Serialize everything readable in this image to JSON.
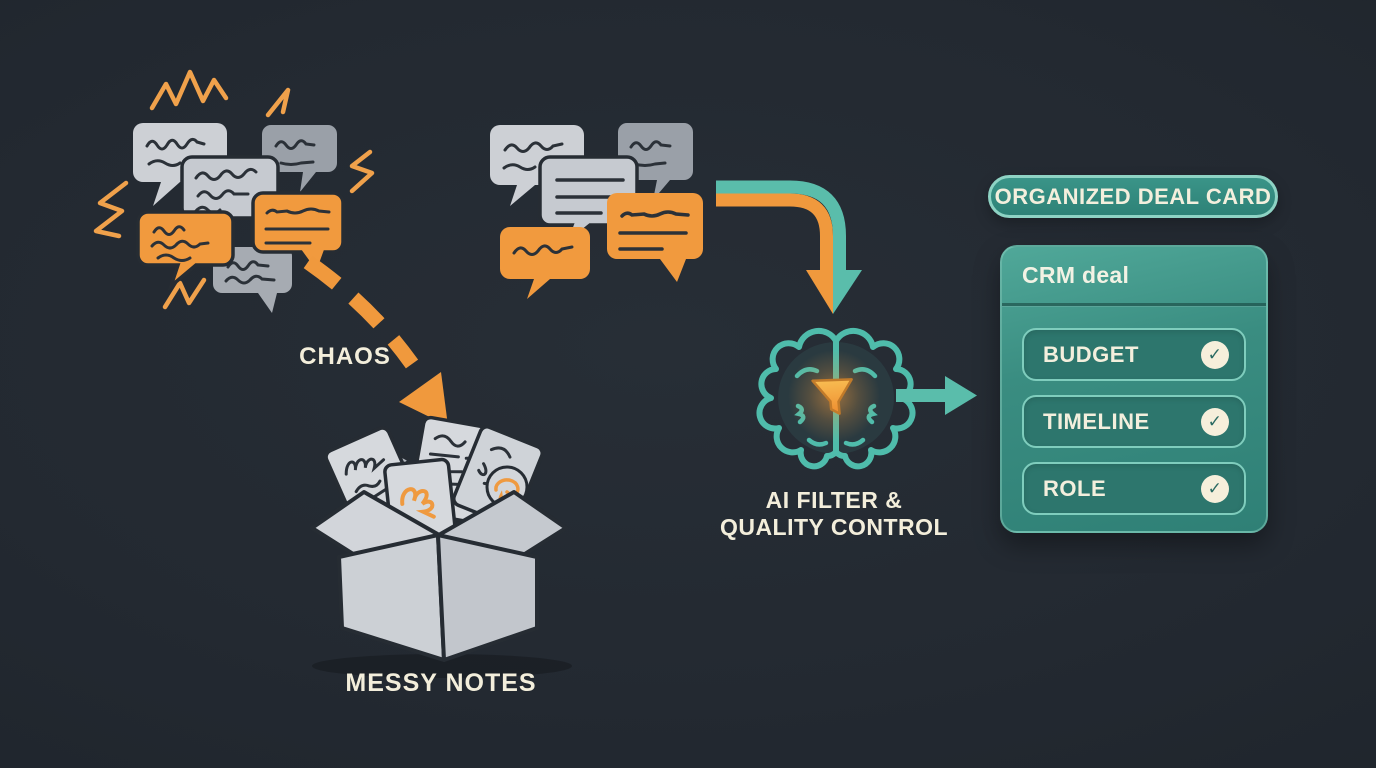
{
  "colors": {
    "background": "#232931",
    "orange": "#f19a3e",
    "teal": "#54bdab",
    "cream_text": "#f3eedb",
    "card_teal_light": "#50a899",
    "card_teal_dark": "#2f8076",
    "gray_bubble_light": "#cdd0d5",
    "gray_bubble_mid": "#9aa0a8",
    "ink_outline": "#262c33"
  },
  "stage_chaos": {
    "label": "CHAOS",
    "result_label": "MESSY NOTES"
  },
  "stage_filter": {
    "label_line1": "AI FILTER &",
    "label_line2": "QUALITY CONTROL"
  },
  "stage_output": {
    "pill_label": "ORGANIZED DEAL CARD",
    "card": {
      "title": "CRM deal",
      "check_glyph": "✓",
      "fields": [
        {
          "label": "BUDGET",
          "checked": true
        },
        {
          "label": "TIMELINE",
          "checked": true
        },
        {
          "label": "ROLE",
          "checked": true
        }
      ]
    }
  },
  "icons": {
    "chat_bubble": "speech bubble with scribbled text",
    "spark": "orange zigzag stress lines",
    "dashed_arrow": "orange dashed curved arrow",
    "open_box": "open cardboard box full of crumpled notes",
    "elbow_arrow": "two-tone teal/orange elbow arrow",
    "brain": "teal brain outline",
    "funnel": "glowing orange funnel",
    "output_arrow": "teal right arrow",
    "check": "✓"
  }
}
